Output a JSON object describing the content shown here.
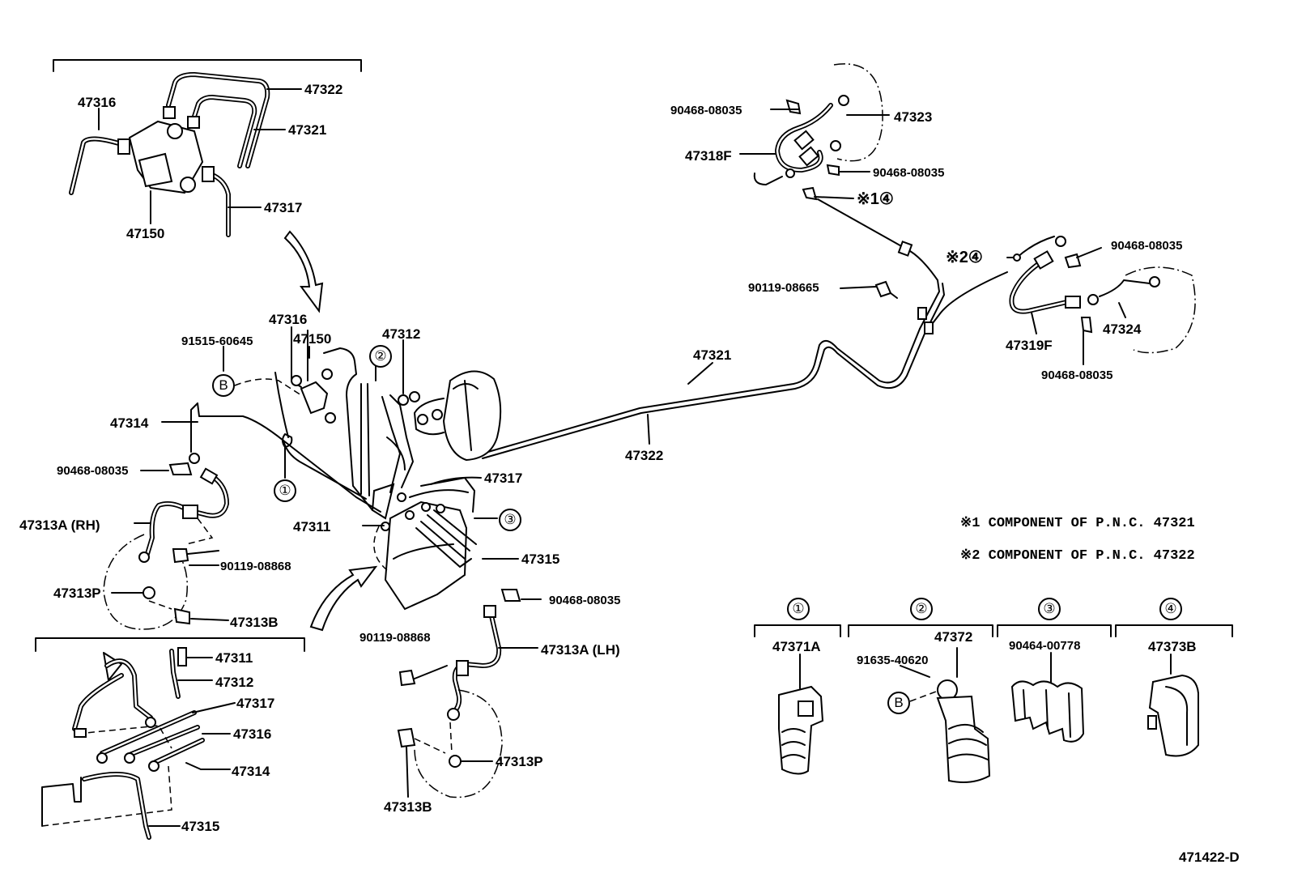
{
  "part_numbers": {
    "p47316_top": "47316",
    "p47322_top": "47322",
    "p47321_top": "47321",
    "p47317_top": "47317",
    "p47150_top": "47150",
    "p90468_a": "90468-08035",
    "p47323": "47323",
    "p47318F": "47318F",
    "p90468_b": "90468-08035",
    "p90468_c": "90468-08035",
    "p90119_08665": "90119-08665",
    "p47319F": "47319F",
    "p47324": "47324",
    "p90468_d": "90468-08035",
    "p47316_mid": "47316",
    "p47150_mid": "47150",
    "p91515": "91515-60645",
    "p47312_mid": "47312",
    "p47321_mid": "47321",
    "p47322_mid": "47322",
    "p47314_mid": "47314",
    "p90468_e": "90468-08035",
    "p47313A_RH": "47313A (RH)",
    "p47317_mid": "47317",
    "p47311_mid": "47311",
    "p47315_mid": "47315",
    "p90119_08868_a": "90119-08868",
    "p47313P_a": "47313P",
    "p47313B_a": "47313B",
    "p90468_f": "90468-08035",
    "p90119_08868_b": "90119-08868",
    "p47313A_LH": "47313A (LH)",
    "p47313P_b": "47313P",
    "p47313B_b": "47313B",
    "p47311_bot": "47311",
    "p47312_bot": "47312",
    "p47317_bot": "47317",
    "p47316_bot": "47316",
    "p47314_bot": "47314",
    "p47315_bot": "47315",
    "p47371A": "47371A",
    "p47372": "47372",
    "p91635": "91635-40620",
    "p90464": "90464-00778",
    "p47373B": "47373B"
  },
  "callouts": {
    "c1": "①",
    "c2": "②",
    "c3": "③",
    "c4": "④",
    "b": "B"
  },
  "refs": {
    "r1": "※1④",
    "r2": "※2④"
  },
  "notes": {
    "n1": "※1 COMPONENT OF P.N.C. 47321",
    "n2": "※2 COMPONENT OF P.N.C. 47322"
  },
  "clamp_headers": {
    "h1": "①",
    "h2": "②",
    "h3": "③",
    "h4": "④"
  },
  "diagram_id": "471422-D"
}
